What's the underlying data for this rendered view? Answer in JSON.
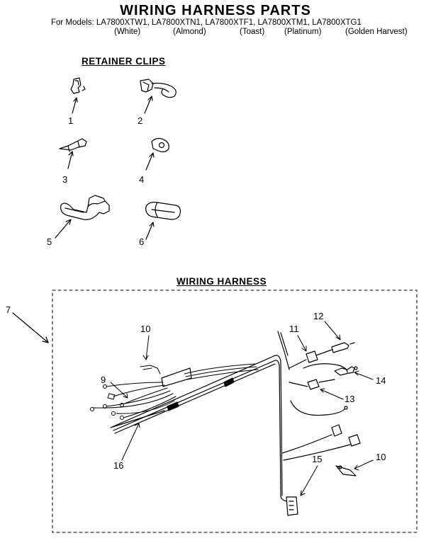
{
  "header": {
    "title": "WIRING HARNESS PARTS",
    "models_line": "For Models: LA7800XTW1, LA7800XTN1, LA7800XTF1, LA7800XTM1, LA7800XTG1",
    "colors": [
      "(White)",
      "(Almond)",
      "(Toast)",
      "(Platinum)",
      "(Golden Harvest)"
    ]
  },
  "sections": {
    "retainer_clips": "RETAINER CLIPS",
    "wiring_harness": "WIRING HARNESS"
  },
  "callouts": {
    "c1": "1",
    "c2": "2",
    "c3": "3",
    "c4": "4",
    "c5": "5",
    "c6": "6",
    "c7": "7",
    "c9": "9",
    "c10a": "10",
    "c10b": "10",
    "c11": "11",
    "c12": "12",
    "c13": "13",
    "c14": "14",
    "c15": "15",
    "c16": "16"
  }
}
